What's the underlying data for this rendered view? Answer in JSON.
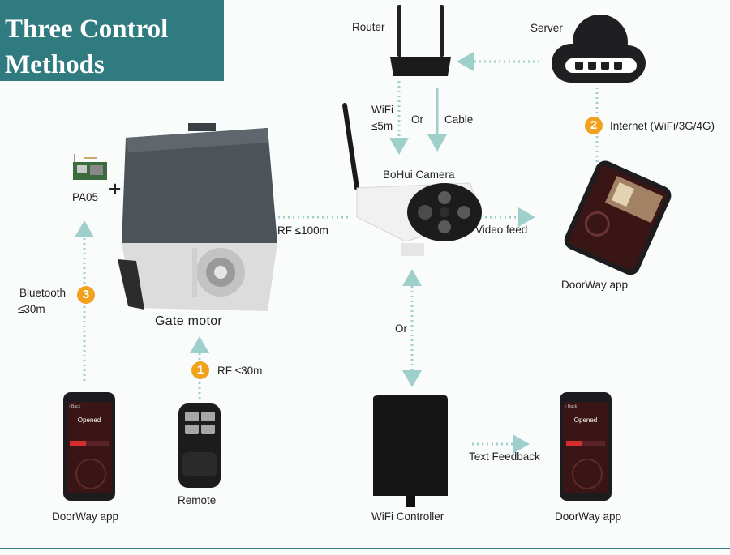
{
  "title": {
    "line1": "Three Control",
    "line2": "Methods"
  },
  "labels": {
    "router": "Router",
    "server": "Server",
    "wifi": "WiFi",
    "wifi_range": "≤5m",
    "or_top": "Or",
    "cable": "Cable",
    "internet": "Internet (WiFi/3G/4G)",
    "bohui_camera": "BoHui Camera",
    "pa05": "PA05",
    "rf_100": "RF ≤100m",
    "video_feed": "Video feed",
    "doorway_app_right": "DoorWay app",
    "bluetooth": "Bluetooth",
    "bluetooth_range": "≤30m",
    "gate_motor": "Gate motor",
    "or_mid": "Or",
    "rf_30": "RF ≤30m",
    "text_feedback": "Text Feedback",
    "remote": "Remote",
    "doorway_app_left": "DoorWay app",
    "wifi_controller": "WiFi Controller",
    "doorway_app_bottom_right": "DoorWay app",
    "plus": "+"
  },
  "badges": {
    "one": "1",
    "two": "2",
    "three": "3"
  },
  "phone_screen": {
    "status": "Opened",
    "back": "‹ Back"
  },
  "colors": {
    "accent": "#2f7b80",
    "badge": "#f2a11c",
    "arrow": "#9fcfca",
    "phone_screen": "#3a1516"
  }
}
